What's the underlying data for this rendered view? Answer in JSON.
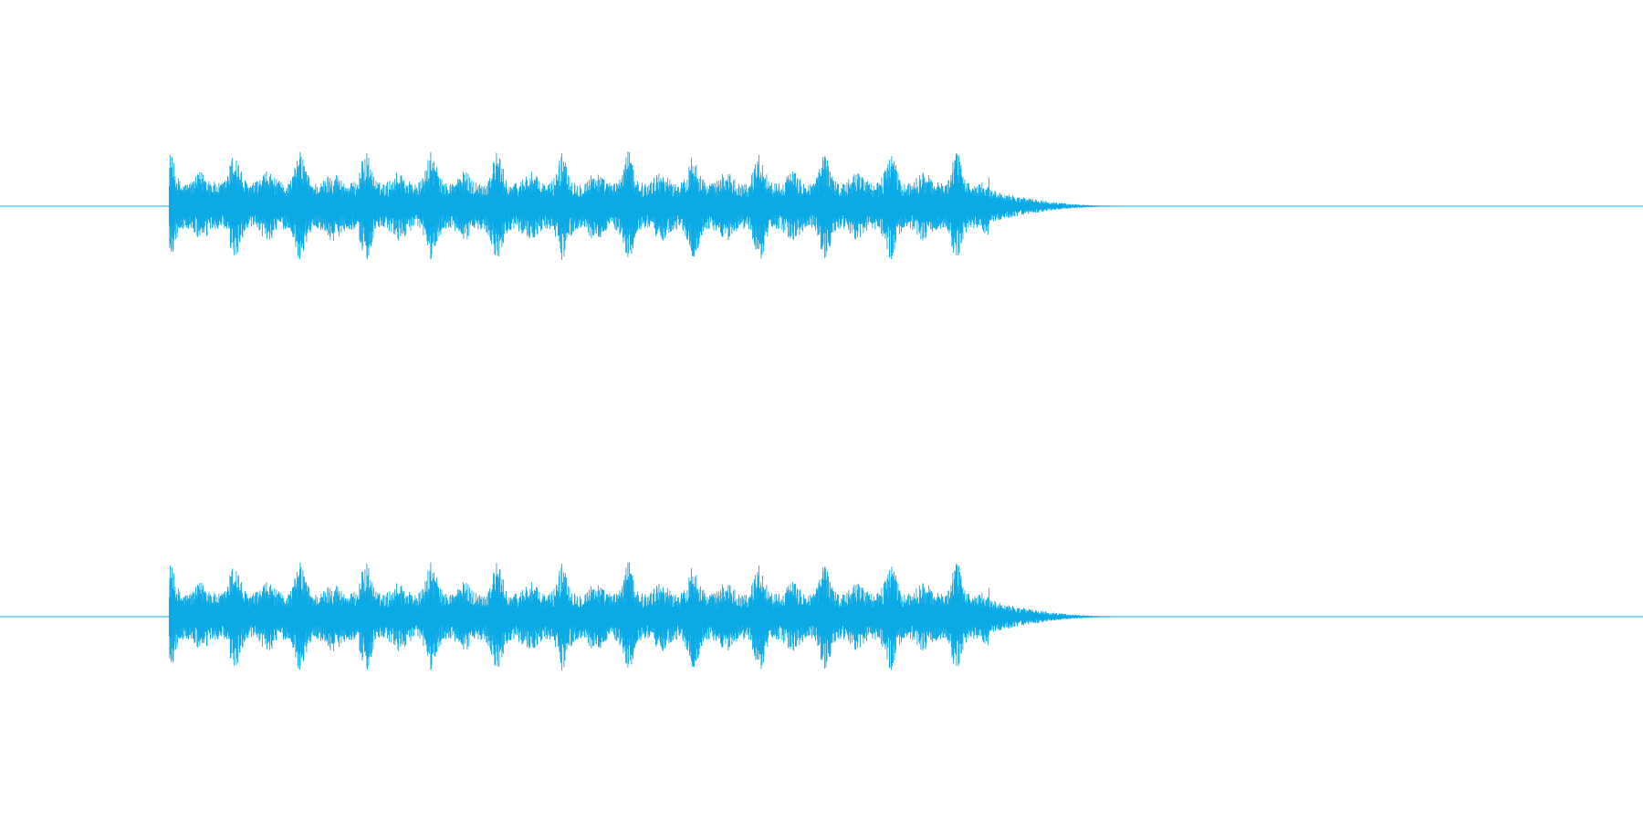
{
  "chart_data": {
    "type": "line",
    "title": "",
    "xlabel": "",
    "ylabel": "",
    "grid": false,
    "legend": "none",
    "color": "#0aaae6",
    "ylim": [
      -1,
      1
    ],
    "duration_fraction": {
      "sound_start": 0.103,
      "sustain_end": 0.59,
      "sound_end": 0.68
    },
    "pulse_count": 12,
    "peak_amplitude": 0.5,
    "series": [
      {
        "channel": 1
      },
      {
        "channel": 2
      }
    ]
  }
}
